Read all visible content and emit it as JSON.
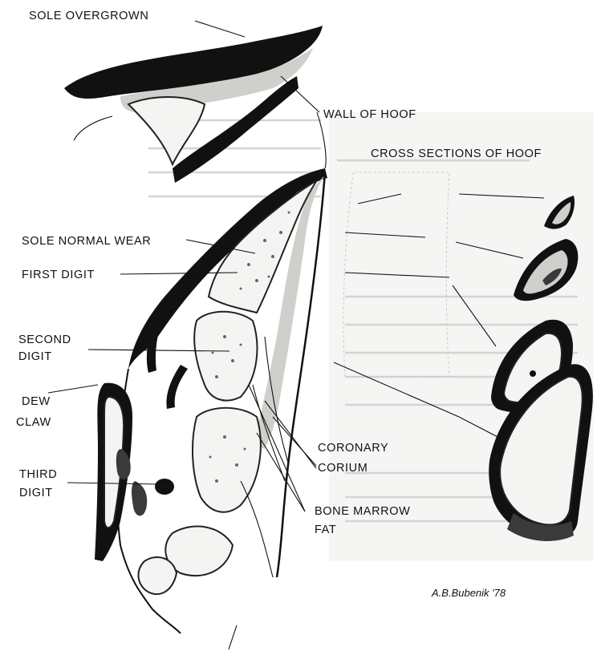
{
  "labels": {
    "sole_overgrown": "SOLE OVERGROWN",
    "wall_of_hoof": "WALL OF HOOF",
    "cross_sections": "CROSS SECTIONS OF HOOF",
    "sole_normal_wear": "SOLE NORMAL WEAR",
    "first_digit": "FIRST DIGIT",
    "second_digit_1": "SECOND",
    "second_digit_2": "DIGIT",
    "dew_claw_1": "DEW",
    "dew_claw_2": "CLAW",
    "third_digit_1": "THIRD",
    "third_digit_2": "DIGIT",
    "coronary_corium_1": "CORONARY",
    "coronary_corium_2": "CORIUM",
    "bone_marrow_fat_1": "BONE MARROW",
    "bone_marrow_fat_2": "FAT"
  },
  "signature": "A.B.Bubenik '78",
  "colors": {
    "ink": "#111111",
    "paper": "#ffffff",
    "bone_fill": "#f4f4f2",
    "shading": "#cfcfcb"
  }
}
